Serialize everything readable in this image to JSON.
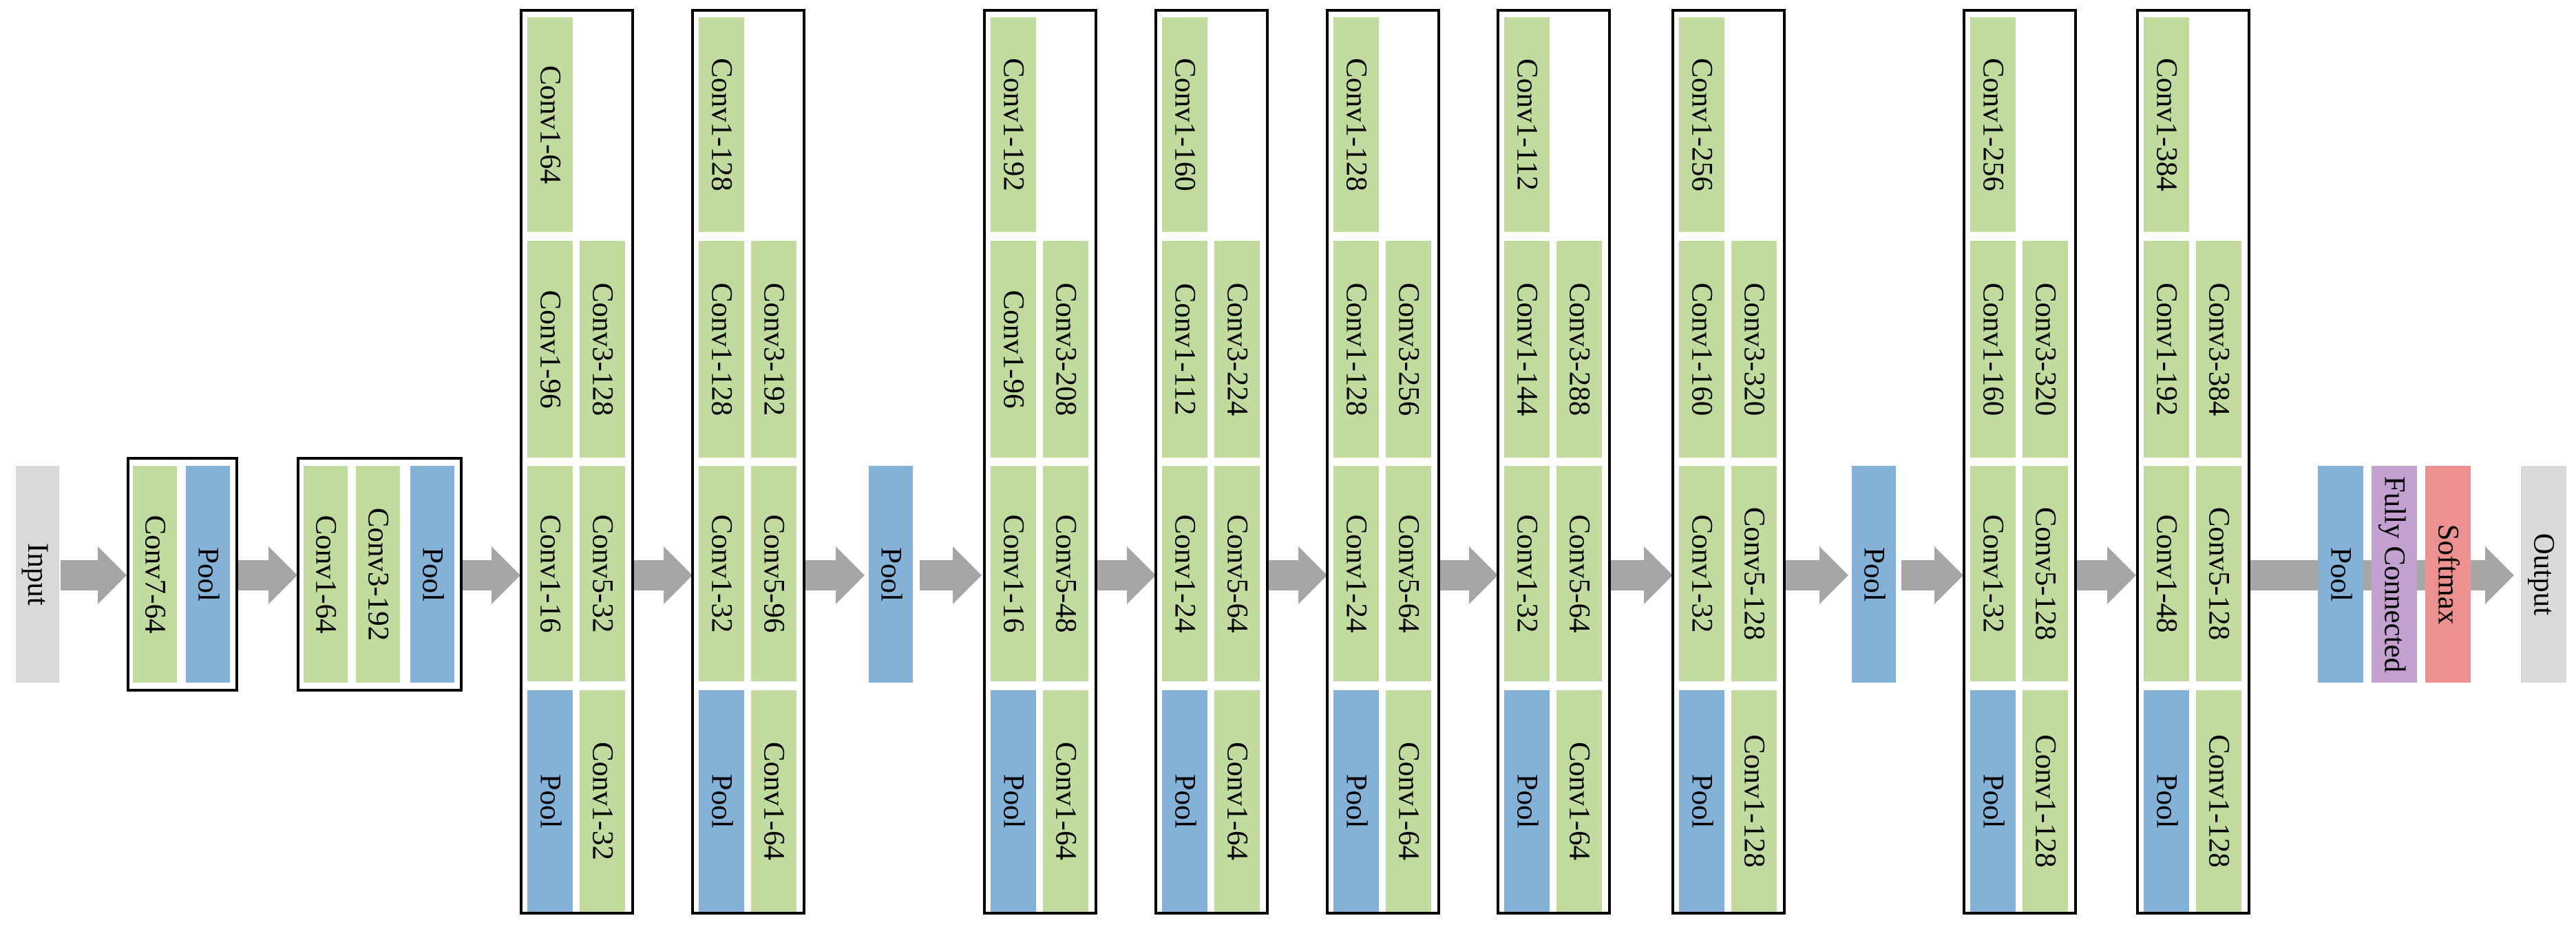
{
  "colors": {
    "conv": "#C1DA9E",
    "pool": "#84B1D8",
    "fully_connected": "#C2A1D0",
    "softmax": "#ED9190",
    "io": "#D9D9D9",
    "arrow": "#A6A6A6",
    "module_border": "#000000"
  },
  "input": {
    "label": "Input"
  },
  "output": {
    "label": "Output"
  },
  "stem": {
    "block1": [
      "Conv7-64",
      "Pool"
    ],
    "block2": [
      "Conv1-64",
      "Conv3-192",
      "Pool"
    ]
  },
  "inception_stage1": [
    {
      "b1": "Conv1-64",
      "reduce3": "Conv1-96",
      "conv3": "Conv3-128",
      "reduce5": "Conv1-16",
      "conv5": "Conv5-32",
      "pool": "Pool",
      "proj": "Conv1-32"
    },
    {
      "b1": "Conv1-128",
      "reduce3": "Conv1-128",
      "conv3": "Conv3-192",
      "reduce5": "Conv1-32",
      "conv5": "Conv5-96",
      "pool": "Pool",
      "proj": "Conv1-64"
    }
  ],
  "pool_after_stage1": "Pool",
  "inception_stage2": [
    {
      "b1": "Conv1-192",
      "reduce3": "Conv1-96",
      "conv3": "Conv3-208",
      "reduce5": "Conv1-16",
      "conv5": "Conv5-48",
      "pool": "Pool",
      "proj": "Conv1-64"
    },
    {
      "b1": "Conv1-160",
      "reduce3": "Conv1-112",
      "conv3": "Conv3-224",
      "reduce5": "Conv1-24",
      "conv5": "Conv5-64",
      "pool": "Pool",
      "proj": "Conv1-64"
    },
    {
      "b1": "Conv1-128",
      "reduce3": "Conv1-128",
      "conv3": "Conv3-256",
      "reduce5": "Conv1-24",
      "conv5": "Conv5-64",
      "pool": "Pool",
      "proj": "Conv1-64"
    },
    {
      "b1": "Conv1-112",
      "reduce3": "Conv1-144",
      "conv3": "Conv3-288",
      "reduce5": "Conv1-32",
      "conv5": "Conv5-64",
      "pool": "Pool",
      "proj": "Conv1-64"
    },
    {
      "b1": "Conv1-256",
      "reduce3": "Conv1-160",
      "conv3": "Conv3-320",
      "reduce5": "Conv1-32",
      "conv5": "Conv5-128",
      "pool": "Pool",
      "proj": "Conv1-128"
    }
  ],
  "pool_after_stage2": "Pool",
  "inception_stage3": [
    {
      "b1": "Conv1-256",
      "reduce3": "Conv1-160",
      "conv3": "Conv3-320",
      "reduce5": "Conv1-32",
      "conv5": "Conv5-128",
      "pool": "Pool",
      "proj": "Conv1-128"
    },
    {
      "b1": "Conv1-384",
      "reduce3": "Conv1-192",
      "conv3": "Conv3-384",
      "reduce5": "Conv1-48",
      "conv5": "Conv5-128",
      "pool": "Pool",
      "proj": "Conv1-128"
    }
  ],
  "head": {
    "pool": "Pool",
    "fully_connected": "Fully Connected",
    "softmax": "Softmax"
  }
}
